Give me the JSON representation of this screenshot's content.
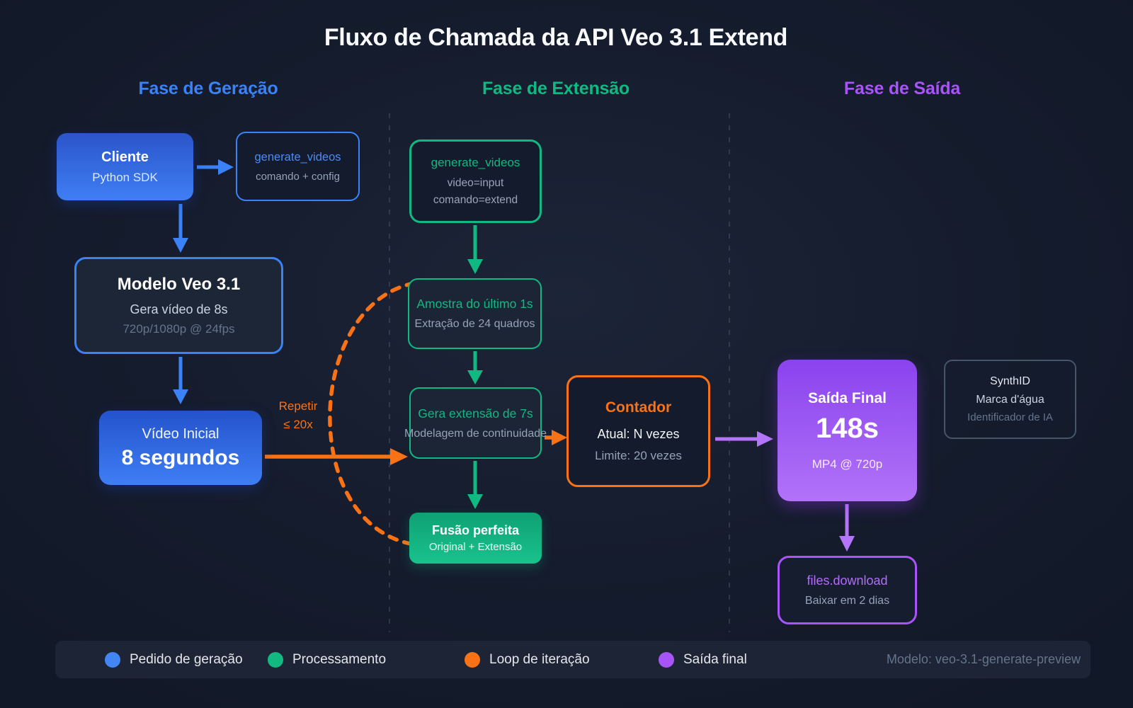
{
  "title": "Fluxo de Chamada da API Veo 3.1 Extend",
  "phases": {
    "generation": {
      "label": "Fase de Geração",
      "color": "#3b82f6"
    },
    "extension": {
      "label": "Fase de Extensão",
      "color": "#10b981"
    },
    "output": {
      "label": "Fase de Saída",
      "color": "#a855f7"
    }
  },
  "nodes": {
    "cliente": {
      "title": "Cliente",
      "subtitle": "Python SDK"
    },
    "generate_videos_1": {
      "title": "generate_videos",
      "subtitle": "comando + config"
    },
    "modelo": {
      "title": "Modelo Veo 3.1",
      "line1": "Gera vídeo de 8s",
      "line2": "720p/1080p @ 24fps"
    },
    "video_inicial": {
      "title": "Vídeo Inicial",
      "subtitle": "8 segundos"
    },
    "generate_videos_2": {
      "title": "generate_videos",
      "line1": "video=input",
      "line2": "comando=extend"
    },
    "amostra": {
      "title": "Amostra do último 1s",
      "subtitle": "Extração de 24 quadros"
    },
    "gera_extensao": {
      "title": "Gera extensão de 7s",
      "subtitle": "Modelagem de continuidade"
    },
    "fusao": {
      "title": "Fusão perfeita",
      "subtitle": "Original + Extensão"
    },
    "contador": {
      "title": "Contador",
      "line1": "Atual: N vezes",
      "line2": "Limite: 20 vezes"
    },
    "saida_final": {
      "title": "Saída Final",
      "value": "148s",
      "subtitle": "MP4 @ 720p"
    },
    "synthid": {
      "title": "SynthID",
      "line1": "Marca d'água",
      "line2": "Identificador de IA"
    },
    "files_download": {
      "title": "files.download",
      "subtitle": "Baixar em 2 dias"
    }
  },
  "loop_label": {
    "line1": "Repetir",
    "line2": "≤ 20x"
  },
  "legend": {
    "items": [
      {
        "label": "Pedido de geração",
        "color": "#4285f4"
      },
      {
        "label": "Processamento",
        "color": "#12b981"
      },
      {
        "label": "Loop de iteração",
        "color": "#f97316"
      },
      {
        "label": "Saída final",
        "color": "#a855f7"
      }
    ],
    "model": "Modelo: veo-3.1-generate-preview"
  },
  "colors": {
    "background": "#131a29",
    "blue": "#3b82f6",
    "green": "#10b981",
    "orange": "#f97316",
    "purple": "#a855f7",
    "muted_text": "#94a3b8"
  }
}
